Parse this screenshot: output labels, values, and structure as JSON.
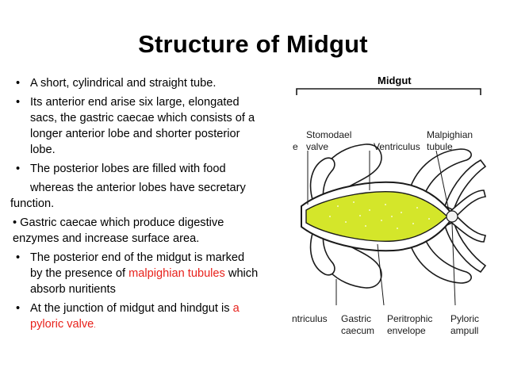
{
  "slide": {
    "title": "Structure of Midgut",
    "bullets": [
      {
        "lines": [
          "A short, cylindrical and straight tube."
        ]
      },
      {
        "lines": [
          "Its anterior end arise six large, elongated",
          "sacs, the gastric caecae which consists of a",
          "longer anterior lobe and shorter posterior",
          "lobe."
        ]
      },
      {
        "lines": [
          "The posterior lobes are filled with food"
        ]
      }
    ],
    "continuation_1": "whereas the anterior lobes have secretary",
    "continuation_2": "function.",
    "bullet4_line1": "Gastric caecae which produce digestive",
    "bullet4_line2": "enzymes and increase surface area.",
    "bullet5": {
      "line1": "The posterior end of the midgut is marked",
      "line2_pre": "by the presence of ",
      "line2_red": "malpighian tubules",
      "line2_post": " which",
      "line3": "absorb nuritients"
    },
    "bullet6": {
      "line1_pre": "At the junction of midgut and hindgut is ",
      "line1_red": "a",
      "line2_red": "pyloric valve",
      "line2_dot": "."
    },
    "bullet_glyph": "•"
  },
  "diagram": {
    "labels": {
      "midgut": "Midgut",
      "stomodael": "Stomodael",
      "valve": "valve",
      "e": "e",
      "ventriculus": "Ventriculus",
      "malpighian": "Malpighian",
      "tubule": "tubule",
      "ntriculus": "ntriculus",
      "gastric": "Gastric",
      "caecum": "caecum",
      "peritrophic": "Peritrophic",
      "envelope": "envelope",
      "pyloric": "Pyloric",
      "ampull": "ampull"
    },
    "colors": {
      "lumen": "#d4e62a",
      "outline": "#1a1a1a",
      "stipple": "#ffffff"
    }
  }
}
